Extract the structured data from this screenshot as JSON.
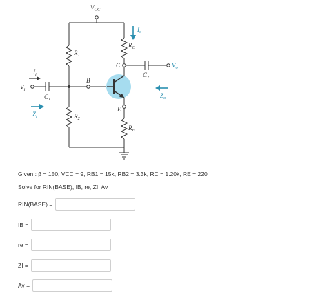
{
  "diagram": {
    "vcc": "V",
    "vcc_sub": "CC",
    "r1": "R",
    "r1_sub": "1",
    "r2": "R",
    "r2_sub": "2",
    "rc": "R",
    "rc_sub": "C",
    "re": "R",
    "re_sub": "E",
    "c1": "C",
    "c1_sub": "1",
    "c2": "C",
    "c2_sub": "2",
    "node_b": "B",
    "node_c": "C",
    "node_e": "E",
    "vi": "V",
    "vi_sub": "i",
    "vo": "V",
    "vo_sub": "o",
    "ii": "I",
    "ii_sub": "i",
    "io": "I",
    "io_sub": "o",
    "zi": "Z",
    "zi_sub": "i",
    "zo": "Z",
    "zo_sub": "o"
  },
  "problem": {
    "given": "Given : β = 150, VCC = 9, RB1 = 15k, RB2 = 3.3k, RC = 1.20k, RE = 220",
    "solve": "Solve for RIN(BASE), IB, re, ZI, Av"
  },
  "fields": [
    {
      "label": "RIN(BASE) =",
      "value": ""
    },
    {
      "label": "IB =",
      "value": ""
    },
    {
      "label": "re =",
      "value": ""
    },
    {
      "label": "ZI =",
      "value": ""
    },
    {
      "label": "Av =",
      "value": ""
    }
  ],
  "colors": {
    "wire": "#333333",
    "accent": "#2a8fb0",
    "transistor_fill": "#a6dcef"
  }
}
